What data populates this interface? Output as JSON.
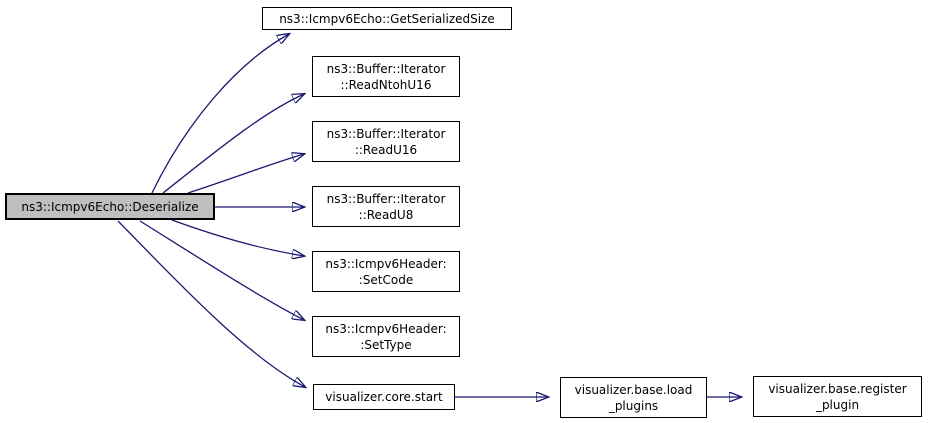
{
  "diagram": {
    "kind": "call-graph",
    "colors": {
      "edge": "#191970",
      "node_border": "#000000",
      "node_fill": "#ffffff",
      "current_node_fill": "#bfbfbf",
      "text": "#000000",
      "background": "#ffffff"
    },
    "nodes": {
      "deserialize": {
        "lines": [
          "ns3::Icmpv6Echo::Deserialize"
        ]
      },
      "get_serialized_size": {
        "lines": [
          "ns3::Icmpv6Echo::GetSerializedSize"
        ]
      },
      "read_ntoh_u16": {
        "lines": [
          "ns3::Buffer::Iterator",
          "::ReadNtohU16"
        ]
      },
      "read_u16": {
        "lines": [
          "ns3::Buffer::Iterator",
          "::ReadU16"
        ]
      },
      "read_u8": {
        "lines": [
          "ns3::Buffer::Iterator",
          "::ReadU8"
        ]
      },
      "set_code": {
        "lines": [
          "ns3::Icmpv6Header:",
          ":SetCode"
        ]
      },
      "set_type": {
        "lines": [
          "ns3::Icmpv6Header:",
          ":SetType"
        ]
      },
      "core_start": {
        "lines": [
          "visualizer.core.start"
        ]
      },
      "load_plugins": {
        "lines": [
          "visualizer.base.load",
          "_plugins"
        ]
      },
      "register_plugin": {
        "lines": [
          "visualizer.base.register",
          "_plugin"
        ]
      }
    },
    "edges": [
      {
        "from": "ns3::Icmpv6Echo::Deserialize",
        "to": "ns3::Icmpv6Echo::GetSerializedSize"
      },
      {
        "from": "ns3::Icmpv6Echo::Deserialize",
        "to": "ns3::Buffer::Iterator::ReadNtohU16"
      },
      {
        "from": "ns3::Icmpv6Echo::Deserialize",
        "to": "ns3::Buffer::Iterator::ReadU16"
      },
      {
        "from": "ns3::Icmpv6Echo::Deserialize",
        "to": "ns3::Buffer::Iterator::ReadU8"
      },
      {
        "from": "ns3::Icmpv6Echo::Deserialize",
        "to": "ns3::Icmpv6Header::SetCode"
      },
      {
        "from": "ns3::Icmpv6Echo::Deserialize",
        "to": "ns3::Icmpv6Header::SetType"
      },
      {
        "from": "ns3::Icmpv6Echo::Deserialize",
        "to": "visualizer.core.start"
      },
      {
        "from": "visualizer.core.start",
        "to": "visualizer.base.load_plugins"
      },
      {
        "from": "visualizer.base.load_plugins",
        "to": "visualizer.base.register_plugin"
      }
    ]
  }
}
